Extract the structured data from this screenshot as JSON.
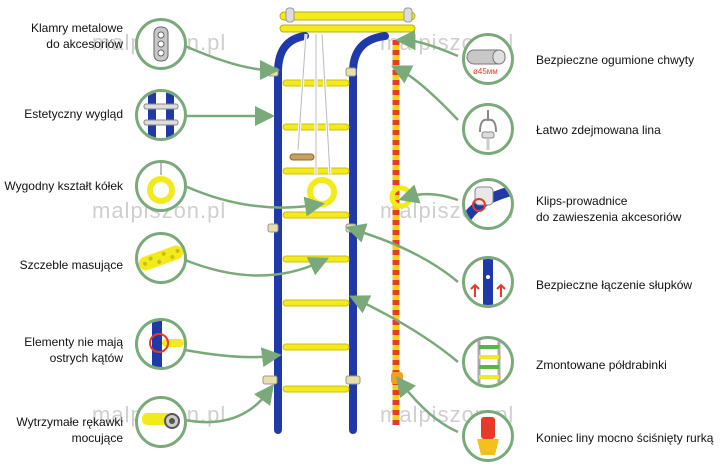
{
  "watermark": "malpiszon.pl",
  "features_left": [
    {
      "text": "Klamry metalowe",
      "text2": "do akcesoriów",
      "icon": "metal-clamp-icon"
    },
    {
      "text": "Estetyczny wygląd",
      "text2": "",
      "icon": "pipe-joint-icon"
    },
    {
      "text": "Wygodny kształt kółek",
      "text2": "",
      "icon": "gym-ring-icon"
    },
    {
      "text": "Szczeble masujące",
      "text2": "",
      "icon": "massage-rung-icon"
    },
    {
      "text": "Elementy nie mają",
      "text2": "ostrych kątów",
      "icon": "rounded-corner-icon"
    },
    {
      "text": "Wytrzymałe rękawki",
      "text2": "mocujące",
      "icon": "mounting-sleeve-icon"
    }
  ],
  "features_right": [
    {
      "text": "Bezpieczne ogumione chwyty",
      "text2": "",
      "badge": "ø45мм",
      "icon": "rubber-grip-icon"
    },
    {
      "text": "Łatwo zdejmowana lina",
      "text2": "",
      "icon": "rope-hook-icon"
    },
    {
      "text": "Klips-prowadnice",
      "text2": "do zawieszenia akcesoriów",
      "icon": "guide-clip-icon"
    },
    {
      "text": "Bezpieczne łączenie słupków",
      "text2": "",
      "icon": "post-connection-icon"
    },
    {
      "text": "Zmontowane półdrabinki",
      "text2": "",
      "icon": "half-ladder-icon"
    },
    {
      "text": "Koniec liny mocno ściśnięty rurką",
      "text2": "",
      "icon": "rope-end-icon"
    }
  ],
  "colors": {
    "frame": "#1f3aa8",
    "rung": "#f2ea1a",
    "arrow": "#7aa97a",
    "rope_a": "#e63a2a",
    "rope_b": "#f2d21a"
  }
}
